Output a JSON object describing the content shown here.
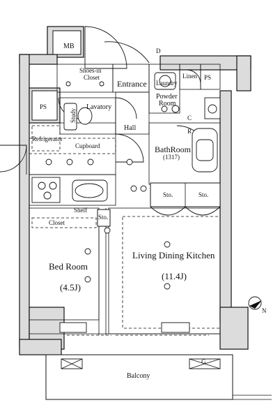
{
  "labels": {
    "mb": "MB",
    "shoes_in_1": "Shoes-in",
    "shoes_in_2": "Closet",
    "entrance": "Entrance",
    "laundry": "Laundry",
    "linen": "Linen",
    "ps_top": "PS",
    "ps_left": "PS",
    "powder_1": "Powder",
    "powder_2": "Room",
    "lavatory": "Lavatory",
    "study": "Study",
    "hall": "Hall",
    "refrigerator": "Refrigerator",
    "cupboard": "Cupboard",
    "bathroom": "BathRoom",
    "bath_size": "(1317)",
    "sto_1": "Sto.",
    "sto_2": "Sto.",
    "sto_3": "Sto.",
    "shelf": "Shelf",
    "closet": "Closet",
    "ldk": "Living Dining Kitchen",
    "ldk_size": "(11.4J)",
    "bedroom": "Bed Room",
    "bedroom_size": "(4.5J)",
    "balcony": "Balcony",
    "d_mark": "D",
    "c_mark": "C",
    "r_mark": "R",
    "g_mark": "G",
    "north": "N"
  }
}
